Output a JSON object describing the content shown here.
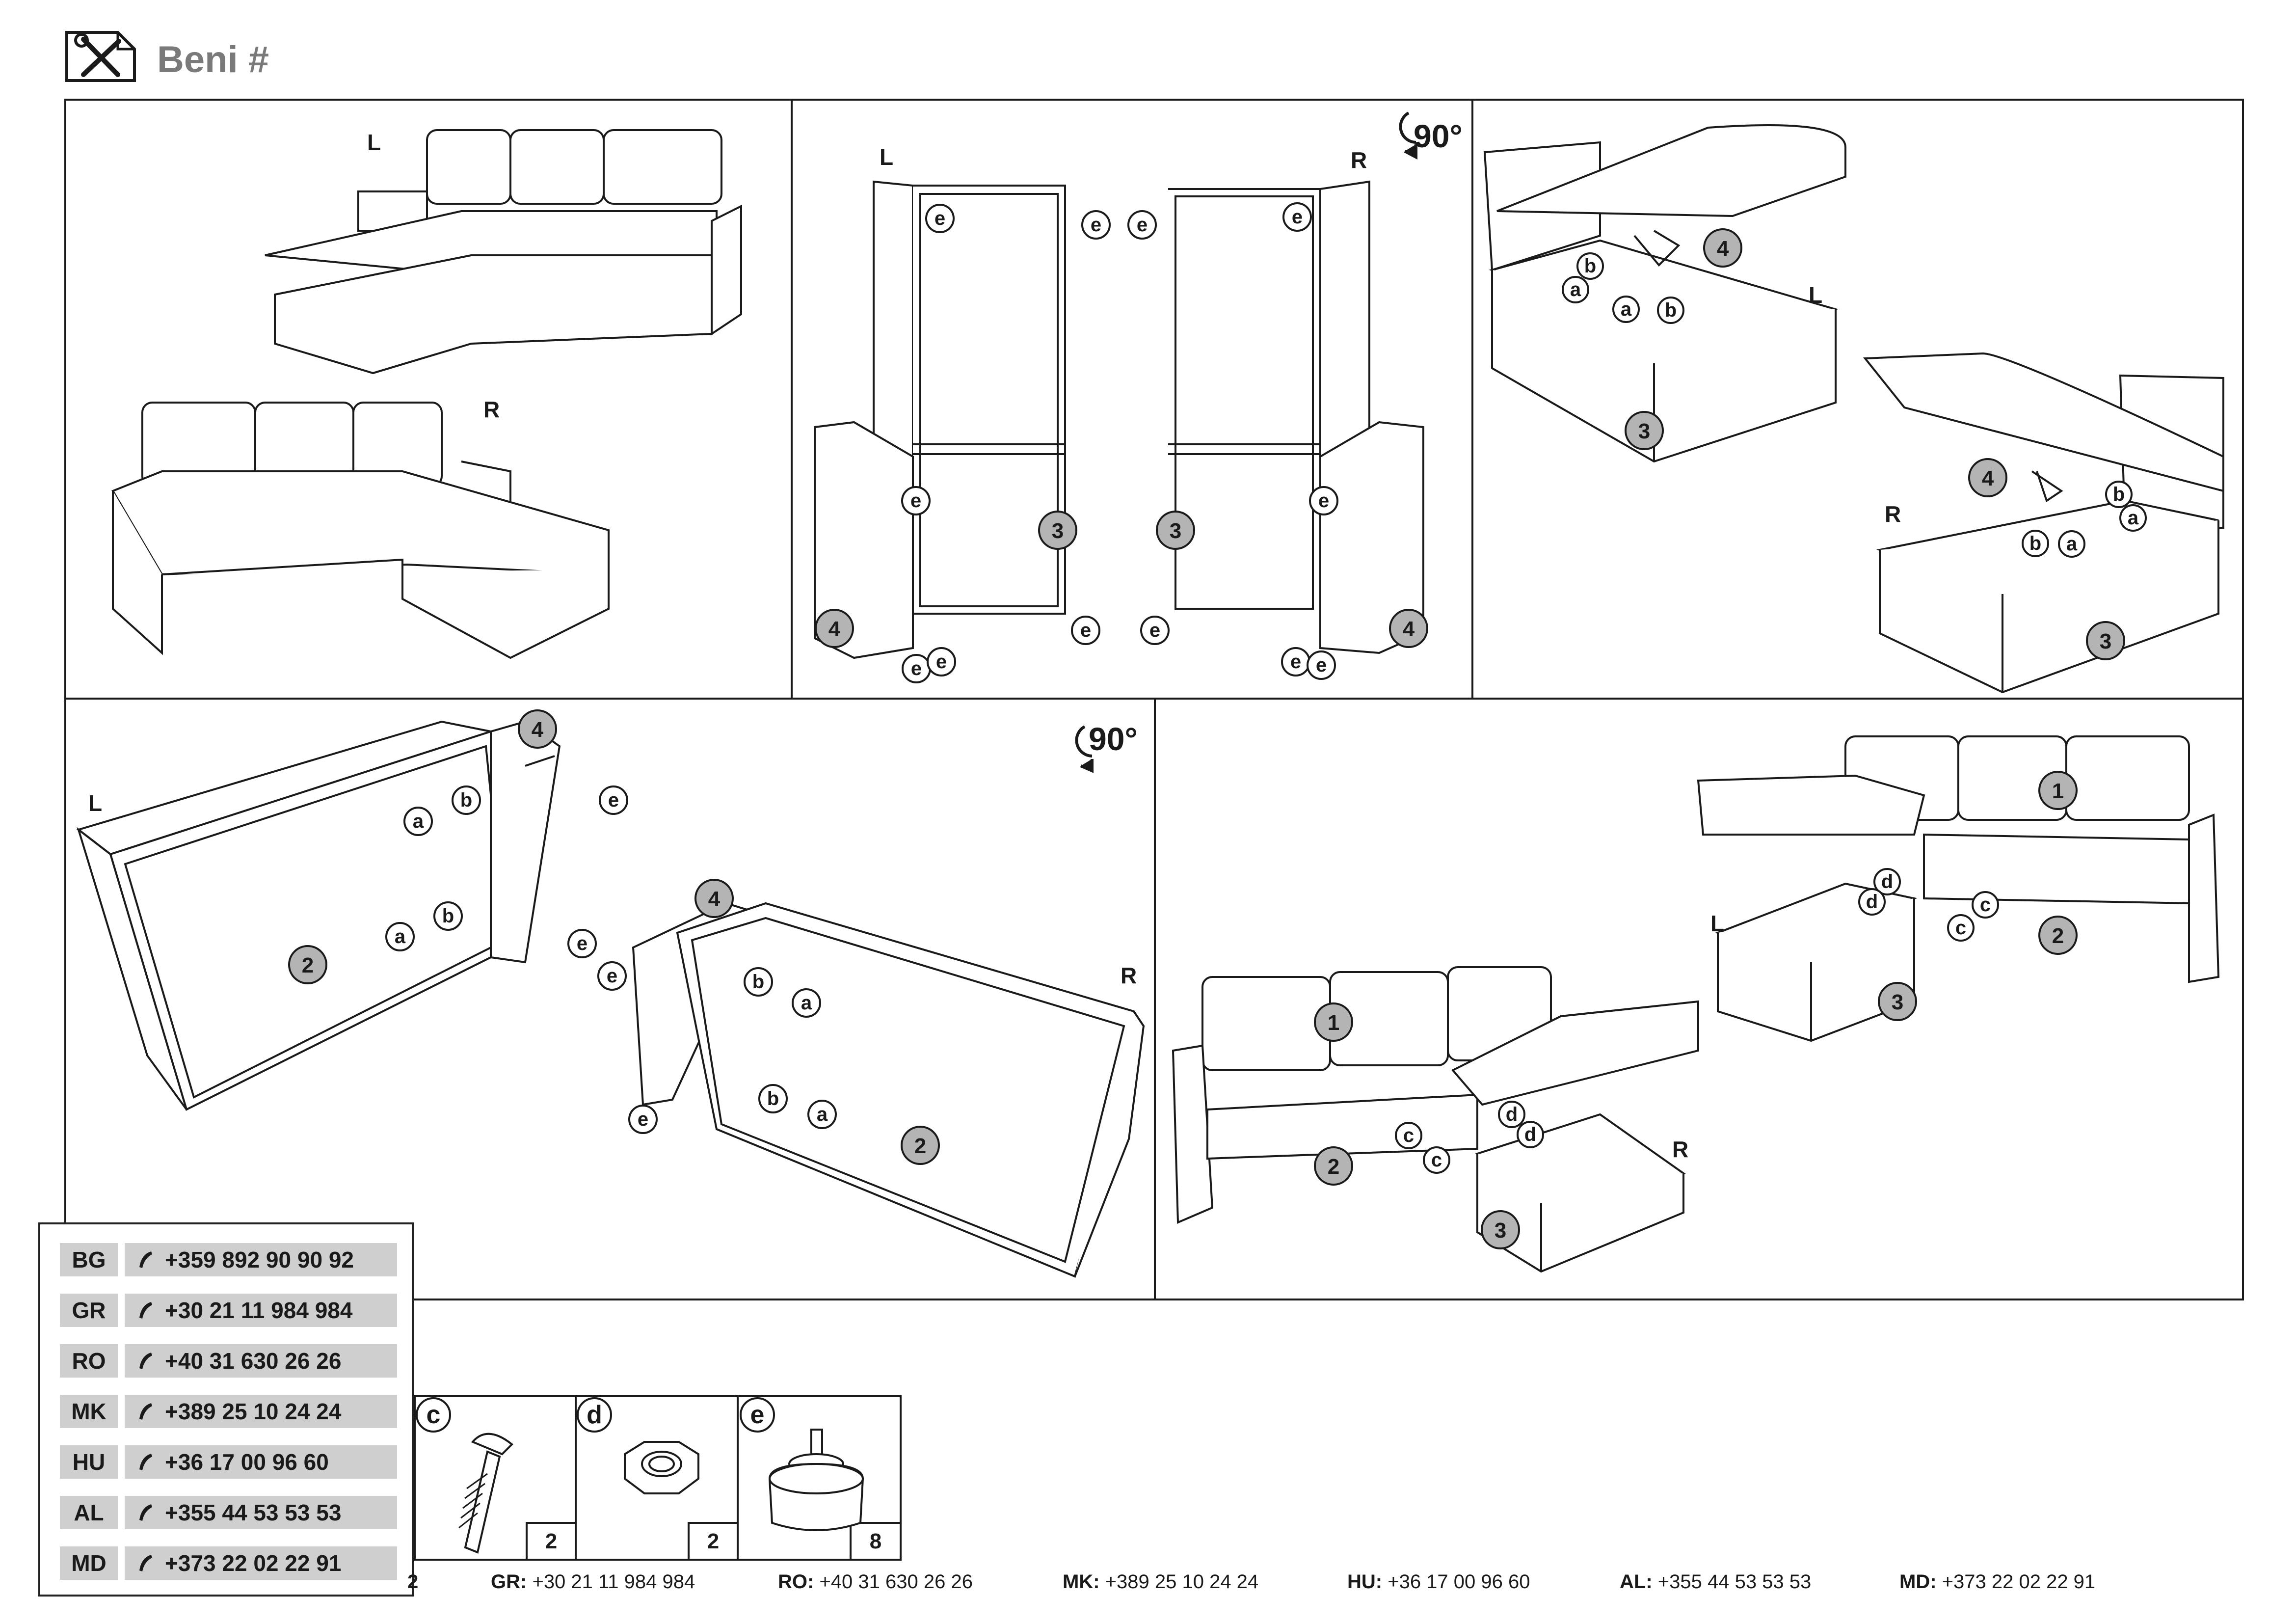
{
  "header": {
    "title": "Beni #",
    "icon": "tools-icon"
  },
  "panels": [
    {
      "name": "panel-sofa-orientation",
      "labels": [
        "L",
        "R"
      ]
    },
    {
      "name": "panel-frames-with-feet",
      "labels": [
        "L",
        "R"
      ],
      "rotation": "90°",
      "parts": [
        "3",
        "3",
        "4",
        "4"
      ],
      "hardware_letter": "e"
    },
    {
      "name": "panel-storage-boxes",
      "labels": [
        "L",
        "R"
      ],
      "parts": [
        "4",
        "3",
        "4",
        "3"
      ],
      "hardware_letters": [
        "a",
        "b"
      ]
    },
    {
      "name": "panel-side-panels",
      "labels": [
        "L",
        "R"
      ],
      "rotation": "90°",
      "parts": [
        "4",
        "2",
        "4",
        "2"
      ],
      "hardware_letters": [
        "a",
        "b",
        "e"
      ]
    },
    {
      "name": "panel-final-assembly",
      "labels": [
        "L",
        "R"
      ],
      "parts": [
        "1",
        "2",
        "3",
        "1",
        "2",
        "3"
      ],
      "hardware_letters": [
        "c",
        "d"
      ]
    }
  ],
  "hardware": [
    {
      "letter": "c",
      "icon": "carriage-bolt-icon",
      "qty": "2"
    },
    {
      "letter": "d",
      "icon": "hex-nut-icon",
      "qty": "2"
    },
    {
      "letter": "e",
      "icon": "furniture-foot-icon",
      "qty": "8"
    }
  ],
  "contacts": [
    {
      "code": "BG",
      "phone": "+359 892 90 90 92"
    },
    {
      "code": "GR",
      "phone": "+30 21 11 984 984"
    },
    {
      "code": "RO",
      "phone": "+40 31 630 26 26"
    },
    {
      "code": "MK",
      "phone": "+389 25 10 24 24"
    },
    {
      "code": "HU",
      "phone": "+36 17 00 96 60"
    },
    {
      "code": "AL",
      "phone": "+355 44 53 53 53"
    },
    {
      "code": "MD",
      "phone": "+373 22 02 22 91"
    }
  ],
  "footer": [
    {
      "code": "GR:",
      "phone": "+30 21 11 984 984"
    },
    {
      "code": "RO:",
      "phone": "+40 31 630 26 26"
    },
    {
      "code": "MK:",
      "phone": "+389 25 10 24 24"
    },
    {
      "code": "HU:",
      "phone": "+36 17 00 96 60"
    },
    {
      "code": "AL:",
      "phone": "+355 44 53 53 53"
    },
    {
      "code": "MD:",
      "phone": "+373 22 02 22 91"
    }
  ],
  "footer_clipped": "2",
  "colors": {
    "part_badge": "#b4b4b4",
    "outline": "#1a1a1a",
    "contact_bg": "#cfcfcf",
    "title": "#7a7a7a"
  }
}
